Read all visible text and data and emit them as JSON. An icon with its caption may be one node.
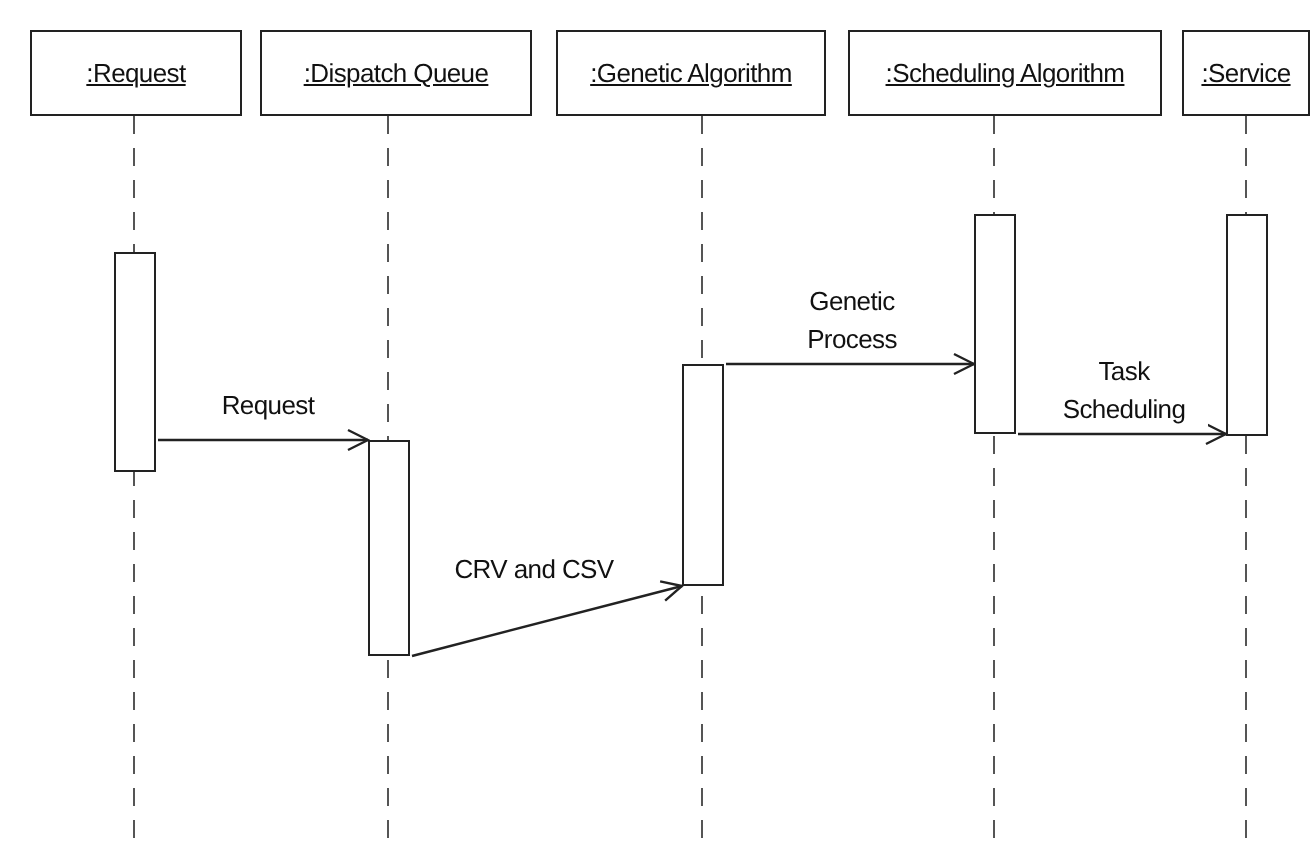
{
  "diagram": {
    "nodes": [
      {
        "text": [
          ":Request"
        ]
      },
      {
        "text": [
          ":Dispatch Queue"
        ]
      },
      {
        "text": [
          ":Genetic Algorithm"
        ]
      },
      {
        "text": [
          ":Scheduling Algorithm"
        ]
      },
      {
        "text": [
          ":Service"
        ]
      },
      {
        "text": [],
        "shape": "bar"
      },
      {
        "text": [],
        "shape": "bar"
      },
      {
        "text": [],
        "shape": "bar"
      },
      {
        "text": [],
        "shape": "bar"
      },
      {
        "text": [],
        "shape": "bar"
      }
    ],
    "edges": [
      {
        "from": 5,
        "to": 6,
        "arrow": "to",
        "label": "Request"
      },
      {
        "from": 6,
        "to": 7,
        "arrow": "to",
        "label": "CRV and CSV"
      },
      {
        "from": 7,
        "to": 8,
        "arrow": "to",
        "label": "Genetic Process"
      },
      {
        "from": 8,
        "to": 9,
        "arrow": "to",
        "label": "Task Scheduling"
      }
    ]
  }
}
